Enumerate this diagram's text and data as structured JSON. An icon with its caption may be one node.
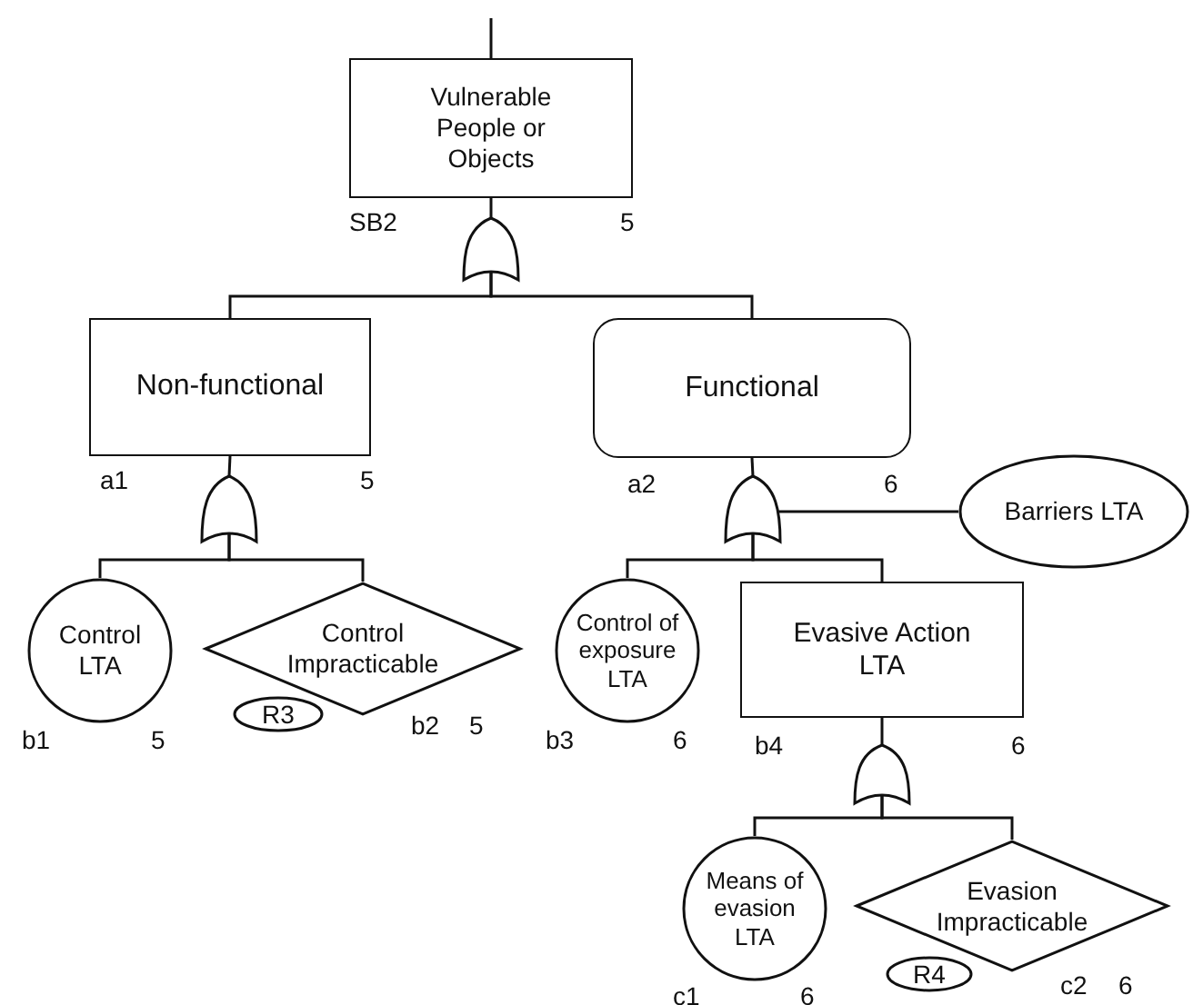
{
  "diagram": {
    "nodes": [
      {
        "text": [
          "Vulnerable People or Objects"
        ],
        "beside": [
          "SB2",
          "5"
        ]
      },
      {
        "text": [],
        "shape": "gate"
      },
      {
        "text": [
          "Non-functional"
        ],
        "beside": [
          "a1",
          "5"
        ]
      },
      {
        "text": [
          "Functional"
        ],
        "beside": [
          "a2",
          "6"
        ]
      },
      {
        "text": [],
        "shape": "gate"
      },
      {
        "text": [],
        "shape": "gate"
      },
      {
        "text": [
          "Barriers LTA"
        ]
      },
      {
        "text": [
          "Control LTA"
        ],
        "beside": [
          "b1",
          "5"
        ]
      },
      {
        "text": [
          "Control Impracticable"
        ],
        "beside": [
          "b2",
          "5"
        ]
      },
      {
        "text": [
          "R3"
        ]
      },
      {
        "text": [
          "Control of exposure LTA"
        ],
        "beside": [
          "b3",
          "6"
        ]
      },
      {
        "text": [
          "Evasive Action LTA"
        ],
        "beside": [
          "b4",
          "6"
        ]
      },
      {
        "text": [],
        "shape": "gate"
      },
      {
        "text": [
          "Means of evasion LTA"
        ],
        "beside": [
          "c1",
          "6"
        ]
      },
      {
        "text": [
          "Evasion Impracticable"
        ],
        "beside": [
          "c2",
          "6"
        ]
      },
      {
        "text": [
          "R4"
        ]
      }
    ],
    "edges": [
      {
        "from": null,
        "to": 0,
        "arrow": "none"
      },
      {
        "from": 0,
        "to": 1,
        "arrow": "none"
      },
      {
        "from": 1,
        "to": 2,
        "arrow": "none"
      },
      {
        "from": 1,
        "to": 3,
        "arrow": "none"
      },
      {
        "from": 2,
        "to": 4,
        "arrow": "none"
      },
      {
        "from": 3,
        "to": 5,
        "arrow": "none"
      },
      {
        "from": 6,
        "to": 5,
        "arrow": "none"
      },
      {
        "from": 4,
        "to": 7,
        "arrow": "none"
      },
      {
        "from": 4,
        "to": 8,
        "arrow": "none"
      },
      {
        "from": 5,
        "to": 10,
        "arrow": "none"
      },
      {
        "from": 5,
        "to": 11,
        "arrow": "none"
      },
      {
        "from": 11,
        "to": 12,
        "arrow": "none"
      },
      {
        "from": 12,
        "to": 13,
        "arrow": "none"
      },
      {
        "from": 12,
        "to": 14,
        "arrow": "none"
      }
    ]
  }
}
